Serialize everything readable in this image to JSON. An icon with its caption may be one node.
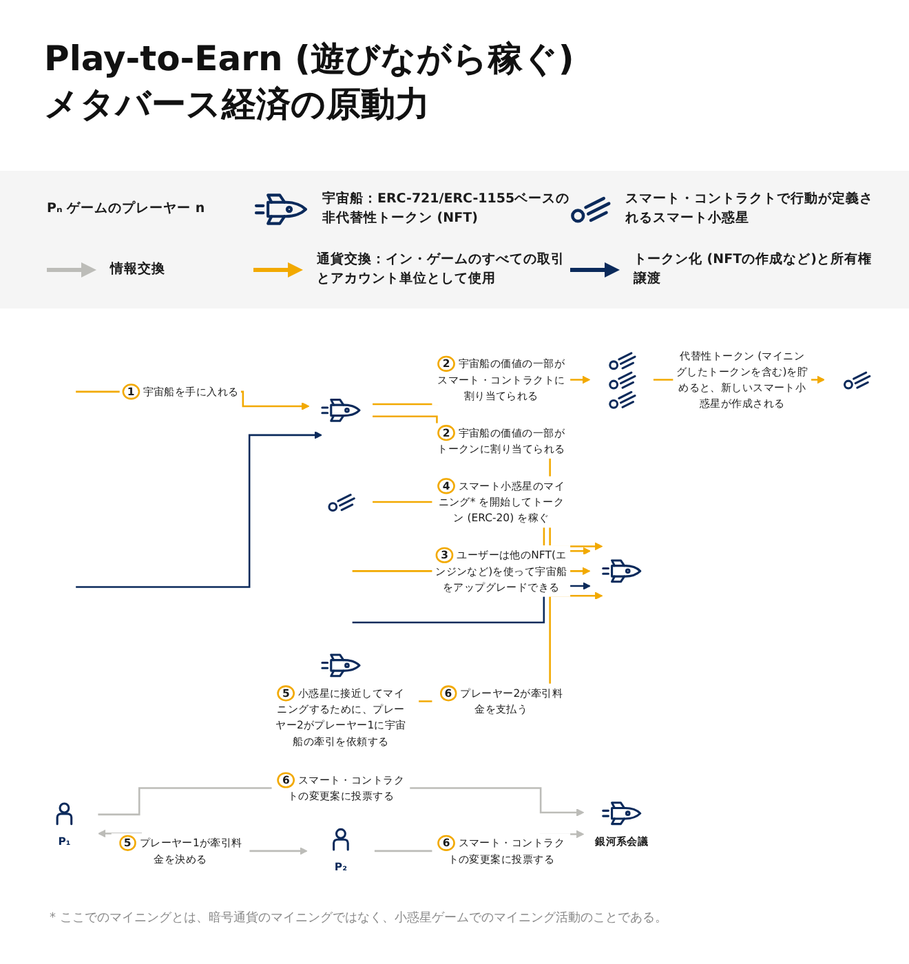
{
  "diagram": {
    "title": "Play-to-Earn (遊びながら稼ぐ)メタバース経済の原動力",
    "nodes": [
      {
        "text": [],
        "shape": "picture"
      },
      {
        "text": [
          "P₁"
        ]
      },
      {
        "text": [],
        "shape": "picture"
      },
      {
        "text": [],
        "shape": "picture"
      },
      {
        "text": [],
        "shape": "picture"
      },
      {
        "text": [],
        "shape": "picture"
      },
      {
        "text": [
          "P₂"
        ]
      },
      {
        "text": [],
        "shape": "picture",
        "beside": [
          "5 小惑星に接近してマイニングするために、プレーヤー2がプレーヤー1に宇宙船の牽引を依頼する"
        ]
      },
      {
        "text": [
          "銀河系会議"
        ]
      }
    ],
    "edges": [
      {
        "from": null,
        "to": 2,
        "arrow": "to",
        "label": "1 宇宙船を手に入れる"
      },
      {
        "from": null,
        "to": 2,
        "arrow": "to",
        "color": "#0b2a5b"
      },
      {
        "from": 2,
        "to": 0,
        "arrow": "to",
        "label": "2 宇宙船の価値の一部がスマート・コントラクトに割り当てられる"
      },
      {
        "from": 0,
        "to": 5,
        "arrow": "to",
        "label": "代替性トークン (マイニングしたトークンを含む)を貯めると、新しいスマート小惑星が作成される"
      },
      {
        "from": 2,
        "to": 3,
        "arrow": "to",
        "label": "2 宇宙船の価値の一部がトークンに割り当てられる"
      },
      {
        "from": 4,
        "to": 3,
        "arrow": "to",
        "label": "4 スマート小惑星のマイニング* を開始してトークン (ERC-20) を稼ぐ"
      },
      {
        "from": null,
        "to": 3,
        "arrow": "to",
        "label": "3 ユーザーは他のNFT(エンジンなど)を使って宇宙船をアップグレードできる"
      },
      {
        "from": null,
        "to": 3,
        "arrow": "to",
        "color": "#0b2a5b"
      },
      {
        "from": 7,
        "to": 3,
        "arrow": "to",
        "label": "6 プレーヤー2が牽引料金を支払う"
      },
      {
        "from": 1,
        "to": 6,
        "arrow": "both",
        "label": "5 プレーヤー1が牽引料金を決める",
        "color": "#bcbcb8"
      },
      {
        "from": 1,
        "to": 8,
        "arrow": "to",
        "label": "6 スマート・コントラクトの変更案に投票する",
        "color": "#bcbcb8"
      },
      {
        "from": 6,
        "to": 8,
        "arrow": "to",
        "label": "6 スマート・コントラクトの変更案に投票する",
        "color": "#bcbcb8"
      }
    ],
    "labels": [
      "* ここでのマイニングとは、暗号通貨のマイニングではなく、小惑星ゲームでのマイニング活動のことである。"
    ],
    "legend": [
      {
        "text": "Pₙ ゲームのプレーヤー n"
      },
      {
        "text": "宇宙船：ERC-721/ERC-1155ベースの非代替性トークン (NFT)"
      },
      {
        "text": "スマート・コントラクトで行動が定義されるスマート小惑星"
      },
      {
        "text": "情報交換"
      },
      {
        "text": "通貨交換：イン・ゲームのすべての取引とアカウント単位として使用"
      },
      {
        "text": "トークン化 (NFTの作成など)と所有権譲渡"
      }
    ]
  }
}
